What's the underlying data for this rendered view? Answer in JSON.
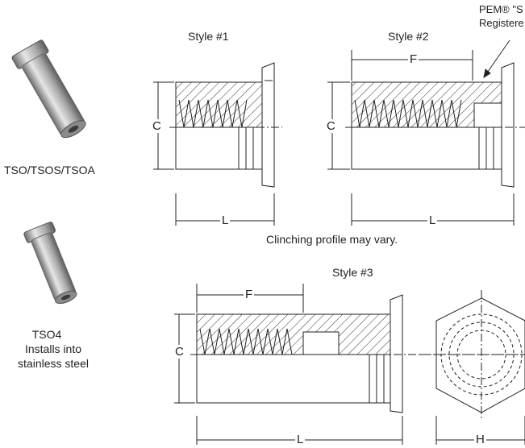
{
  "photos": {
    "tso_caption": "TSO/TSOS/TSOA",
    "tso4_caption_line1": "TSO4",
    "tso4_caption_line2": "Installs into",
    "tso4_caption_line3": "stainless steel"
  },
  "drawings": {
    "style1_title": "Style #1",
    "style2_title": "Style #2",
    "style3_title": "Style #3",
    "callout_line1": "PEM® \"S",
    "callout_line2": "Registere",
    "note": "Clinching profile may vary.",
    "dim_C": "C",
    "dim_L": "L",
    "dim_F": "F",
    "dim_H": "H"
  }
}
